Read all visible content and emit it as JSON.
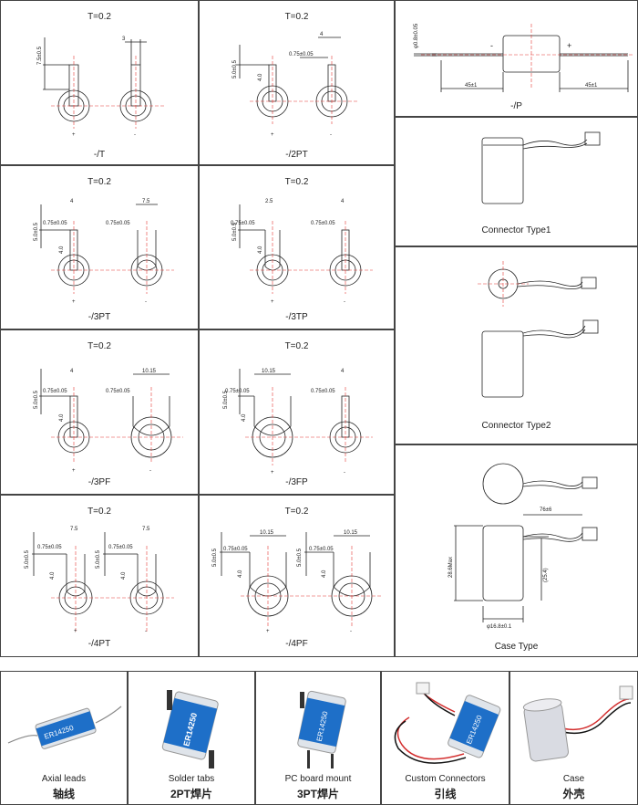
{
  "panels": {
    "t": {
      "thickness": "T=0.2",
      "caption": "-/T",
      "dim_h": "7.5±0.5",
      "dim_w": "3",
      "plus": "+",
      "minus": "-"
    },
    "p2pt": {
      "thickness": "T=0.2",
      "caption": "-/2PT",
      "dim_h": "5.0±0.5",
      "dim_w": "4",
      "dim_tab": "0.75±0.05",
      "dim_4": "4.0",
      "plus": "+",
      "minus": "-"
    },
    "p3pt": {
      "thickness": "T=0.2",
      "caption": "-/3PT",
      "dim_h": "5.0±0.5",
      "dim_w": "4",
      "dim_w2": "7.5",
      "dim_tab": "0.75±0.05",
      "dim_4": "4.0",
      "plus": "+",
      "minus": "-"
    },
    "p3tp": {
      "thickness": "T=0.2",
      "caption": "-/3TP",
      "dim_h": "5.0±0.5",
      "dim_w": "2.5",
      "dim_w2": "4",
      "dim_tab": "0.75±0.05",
      "dim_4": "4.0",
      "plus": "+",
      "minus": "-"
    },
    "p3pf": {
      "thickness": "T=0.2",
      "caption": "-/3PF",
      "dim_h": "5.0±0.5",
      "dim_w": "4",
      "dim_w2": "10.15",
      "dim_tab": "0.75±0.05",
      "dim_4": "4.0",
      "plus": "+",
      "minus": "-"
    },
    "p3fp": {
      "thickness": "T=0.2",
      "caption": "-/3FP",
      "dim_h": "5.0±0.5",
      "dim_w": "10.15",
      "dim_w2": "4",
      "dim_tab": "0.75±0.05",
      "dim_4": "4.0",
      "plus": "+",
      "minus": "-"
    },
    "p4pt": {
      "thickness": "T=0.2",
      "caption": "-/4PT",
      "dim_h": "5.0±0.5",
      "dim_w": "7.5",
      "dim_w2": "7.5",
      "dim_tab": "0.75±0.05",
      "dim_4": "4.0",
      "plus": "+",
      "minus": "-"
    },
    "p4pf": {
      "thickness": "T=0.2",
      "caption": "-/4PF",
      "dim_h": "5.0±0.5",
      "dim_w": "10.15",
      "dim_w2": "10.15",
      "dim_tab": "0.75±0.05",
      "dim_4": "4.0",
      "plus": "+",
      "minus": "-"
    },
    "pp": {
      "caption": "-/P",
      "dim_d": "φ0.8±0.05",
      "dim_l1": "45±1",
      "dim_l2": "45±1",
      "minus": "-",
      "plus": "+"
    },
    "conn1": {
      "caption": "Connector Type1"
    },
    "conn2": {
      "caption": "Connector Type2"
    },
    "case": {
      "caption": "Case Type",
      "dim_len": "76±6",
      "dim_h": "28.6Max",
      "dim_h2": "(25.4)",
      "dim_d": "φ16.8±0.1"
    }
  },
  "products": [
    {
      "en": "Axial leads",
      "cn": "轴线",
      "label": "ER14250"
    },
    {
      "en": "Solder tabs",
      "cn": "2PT焊片",
      "label": "ER14250"
    },
    {
      "en": "PC board mount",
      "cn": "3PT焊片",
      "label": "ER14250"
    },
    {
      "en": "Custom Connectors",
      "cn": "引线",
      "label": "ER14250"
    },
    {
      "en": "Case",
      "cn": "外壳"
    }
  ],
  "colors": {
    "line": "#222222",
    "centerline": "#e53935",
    "label_blue": "#1e6fc8",
    "lead_red": "#d32f2f",
    "lead_black": "#111111"
  }
}
